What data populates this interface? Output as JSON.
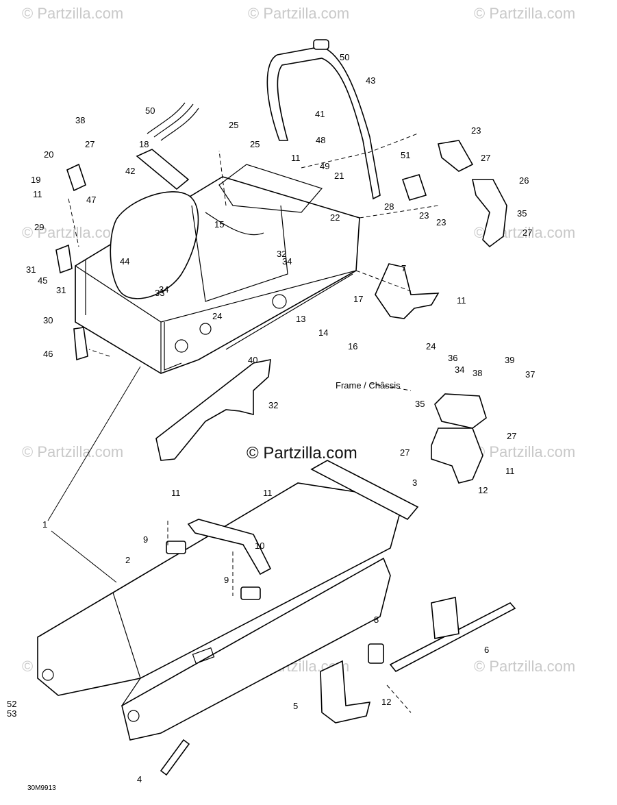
{
  "watermarks": {
    "repeat_text": "© Partzilla.com",
    "center_text": "© Partzilla.com"
  },
  "caption": "Frame / Châssis",
  "drawing_code": "30M9913",
  "callouts": [
    "1",
    "2",
    "3",
    "4",
    "5",
    "6",
    "7",
    "8",
    "9",
    "9",
    "10",
    "11",
    "11",
    "11",
    "11",
    "11",
    "11",
    "12",
    "12",
    "13",
    "14",
    "15",
    "16",
    "17",
    "18",
    "19",
    "20",
    "21",
    "22",
    "23",
    "23",
    "23",
    "24",
    "24",
    "25",
    "25",
    "26",
    "27",
    "27",
    "27",
    "27",
    "27",
    "28",
    "29",
    "30",
    "31",
    "31",
    "32",
    "32",
    "33",
    "34",
    "34",
    "34",
    "35",
    "35",
    "36",
    "37",
    "38",
    "38",
    "39",
    "40",
    "41",
    "42",
    "43",
    "44",
    "45",
    "46",
    "47",
    "48",
    "49",
    "50",
    "50",
    "51",
    "52",
    "53"
  ],
  "colors": {
    "line": "#000000",
    "watermark": "#c9c9c9",
    "background": "#ffffff"
  }
}
